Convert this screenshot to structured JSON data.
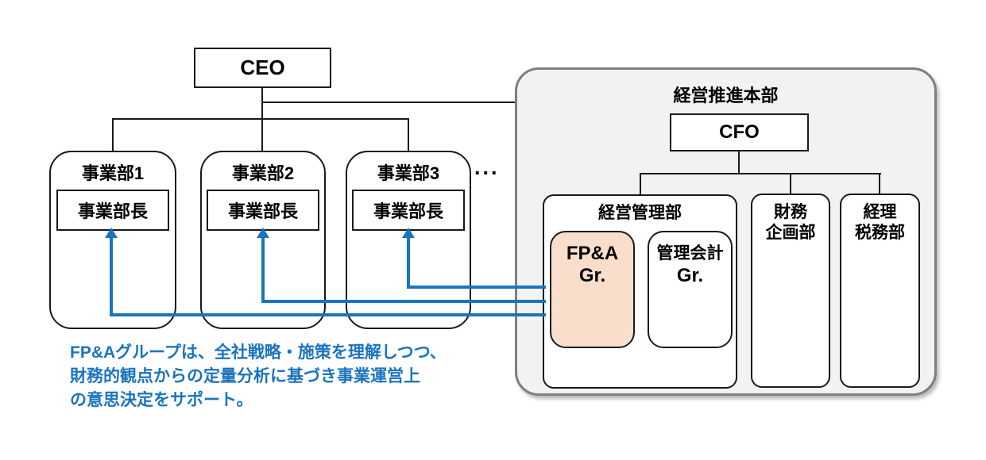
{
  "colors": {
    "arrow_blue": "#1B74BE",
    "note_blue": "#1B74BE",
    "fpa_fill_peach": "#F9DECC",
    "panel_fill": "#F2F2F2",
    "panel_border": "#7f7f7f",
    "box_border": "#1a1a1a"
  },
  "ceo": {
    "label": "CEO"
  },
  "divisions": [
    {
      "title": "事業部1",
      "head": "事業部長"
    },
    {
      "title": "事業部2",
      "head": "事業部長"
    },
    {
      "title": "事業部3",
      "head": "事業部長"
    }
  ],
  "ellipsis": "...",
  "panel": {
    "title": "経営推進本部",
    "cfo": {
      "label": "CFO"
    },
    "management_dept": {
      "title": "経営管理部",
      "fpa_group": {
        "line1": "FP&A",
        "line2": "Gr."
      },
      "accounting_group": {
        "line1": "管理会計",
        "line2": "Gr."
      }
    },
    "finance_planning_dept": {
      "line1": "財務",
      "line2": "企画部"
    },
    "accounting_tax_dept": {
      "line1": "経理",
      "line2": "税務部"
    }
  },
  "annotation": {
    "line1": "FP&Aグループは、全社戦略・施策を理解しつつ、",
    "line2": "財務的観点からの定量分析に基づき事業運営上",
    "line3": "の意思決定をサポート。"
  }
}
